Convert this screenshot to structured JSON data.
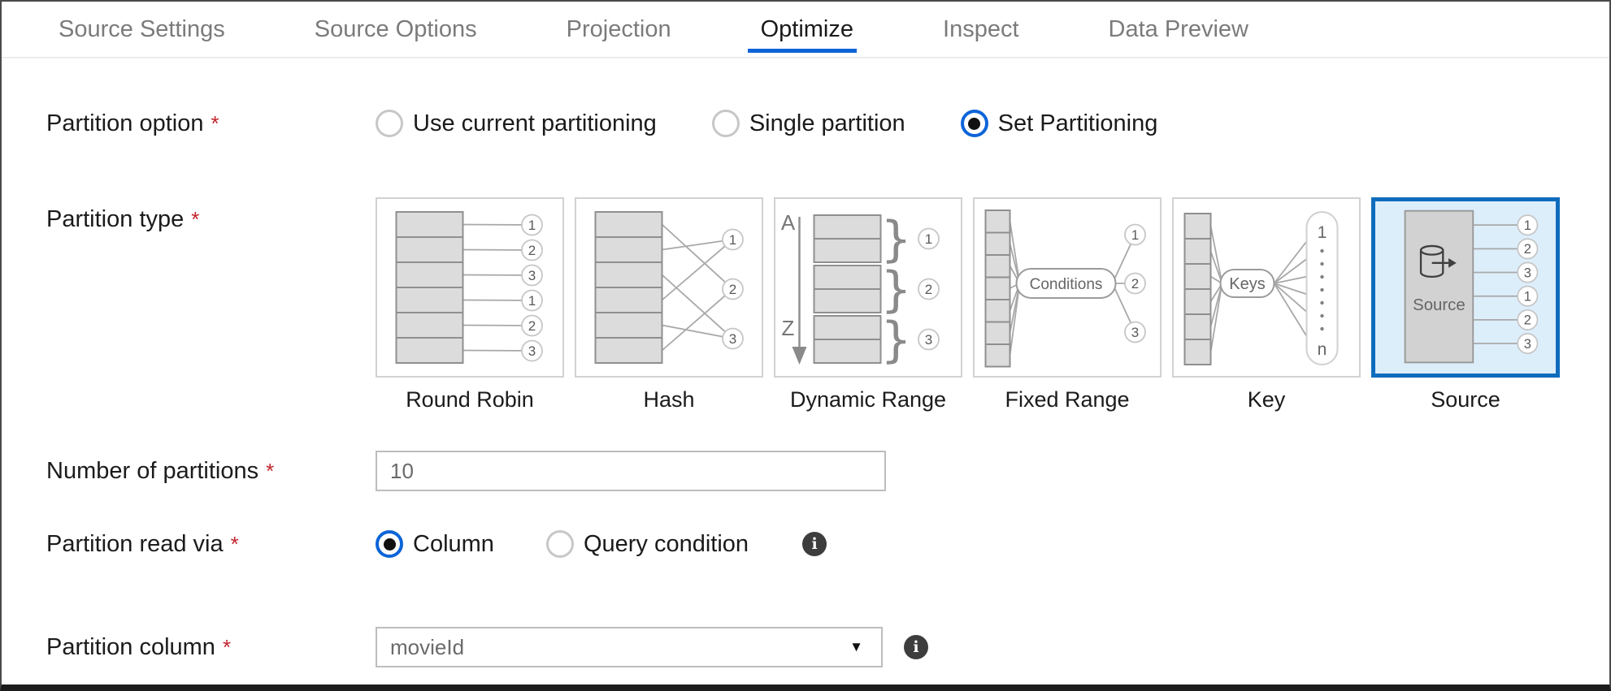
{
  "colors": {
    "accent_blue": "#0d64d8",
    "selected_card_border": "#0f6cbd",
    "selected_card_bg": "#ddeefb",
    "required_red": "#c2242c",
    "inactive_tab_gray": "#7b7b7b",
    "bottom_bar": "#1c1c1c"
  },
  "tabs": [
    {
      "label": "Source Settings",
      "active": false
    },
    {
      "label": "Source Options",
      "active": false
    },
    {
      "label": "Projection",
      "active": false
    },
    {
      "label": "Optimize",
      "active": true
    },
    {
      "label": "Inspect",
      "active": false
    },
    {
      "label": "Data Preview",
      "active": false
    }
  ],
  "partition_option": {
    "label": "Partition option",
    "required": "*",
    "options": [
      {
        "label": "Use current partitioning",
        "selected": false
      },
      {
        "label": "Single partition",
        "selected": false
      },
      {
        "label": "Set Partitioning",
        "selected": true
      }
    ]
  },
  "partition_type": {
    "label": "Partition type",
    "required": "*",
    "selected": "Source",
    "cards": [
      {
        "name": "Round Robin",
        "circles": [
          "1",
          "2",
          "3",
          "1",
          "2",
          "3"
        ]
      },
      {
        "name": "Hash",
        "circles": [
          "1",
          "2",
          "3"
        ]
      },
      {
        "name": "Dynamic Range",
        "circles": [
          "1",
          "2",
          "3"
        ],
        "top_letter": "A",
        "bottom_letter": "Z"
      },
      {
        "name": "Fixed Range",
        "circles": [
          "1",
          "2",
          "3"
        ],
        "pill": "Conditions"
      },
      {
        "name": "Key",
        "pill": "Keys",
        "range_top": "1",
        "range_bottom": "n"
      },
      {
        "name": "Source",
        "circles": [
          "1",
          "2",
          "3",
          "1",
          "2",
          "3"
        ],
        "box_label": "Source"
      }
    ]
  },
  "number_of_partitions": {
    "label": "Number of partitions",
    "required": "*",
    "value": "10"
  },
  "partition_read_via": {
    "label": "Partition read via",
    "required": "*",
    "options": [
      {
        "label": "Column",
        "selected": true
      },
      {
        "label": "Query condition",
        "selected": false
      }
    ],
    "info_icon": "i"
  },
  "partition_column": {
    "label": "Partition column",
    "required": "*",
    "value": "movieId",
    "caret": "▼",
    "info_icon": "i"
  }
}
